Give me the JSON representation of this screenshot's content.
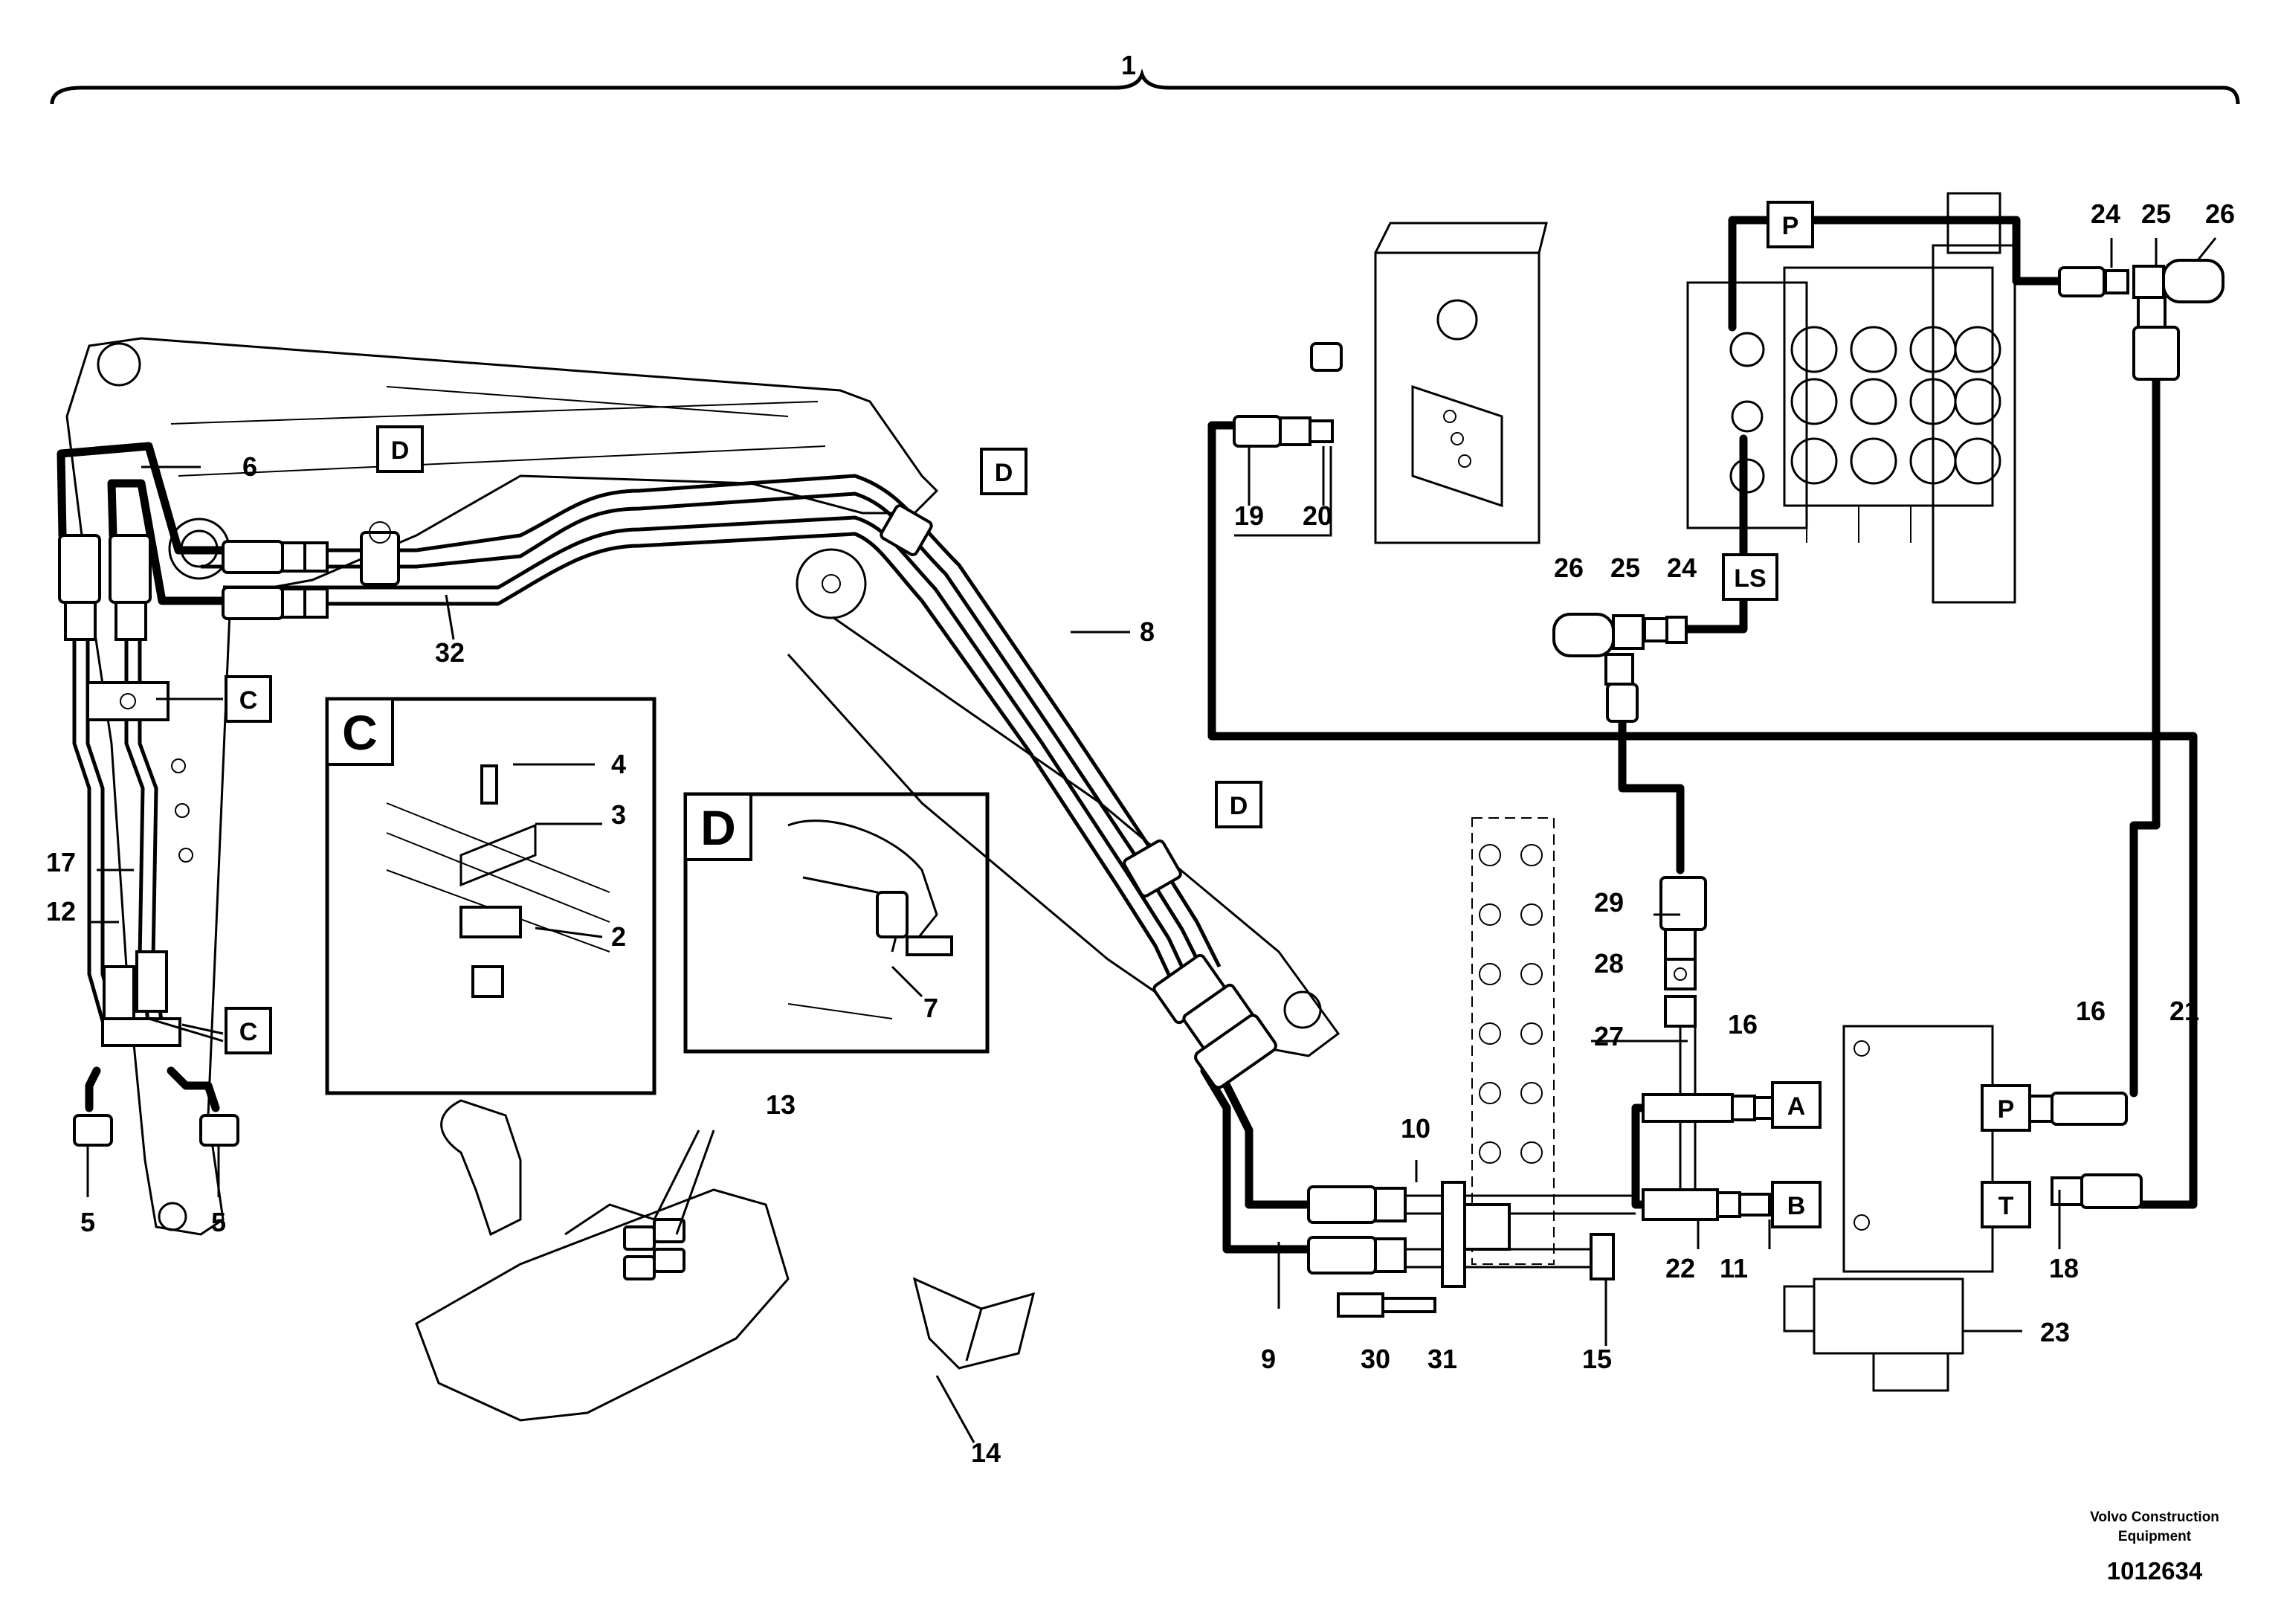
{
  "callouts": {
    "c1": "1",
    "c2": "2",
    "c3": "3",
    "c4": "4",
    "c5a": "5",
    "c5b": "5",
    "c6": "6",
    "c7": "7",
    "c8": "8",
    "c9": "9",
    "c10": "10",
    "c11": "11",
    "c12": "12",
    "c13": "13",
    "c14": "14",
    "c15": "15",
    "c16a": "16",
    "c16b": "16",
    "c17": "17",
    "c18": "18",
    "c19": "19",
    "c20": "20",
    "c21": "21",
    "c22": "22",
    "c23": "23",
    "c24a": "24",
    "c24b": "24",
    "c25a": "25",
    "c25b": "25",
    "c26a": "26",
    "c26b": "26",
    "c27": "27",
    "c28": "28",
    "c29": "29",
    "c30": "30",
    "c31": "31",
    "c32": "32"
  },
  "boxed_labels": {
    "detail_c": "C",
    "detail_d": "D",
    "c_top": "C",
    "c_bottom": "C",
    "d_boom": "D",
    "d_arm": "D",
    "d_stick": "D",
    "port_p_top": "P",
    "port_ls": "LS",
    "port_a": "A",
    "port_b": "B",
    "port_p": "P",
    "port_t": "T"
  },
  "caption": {
    "manufacturer_line1": "Volvo Construction",
    "manufacturer_line2": "Equipment",
    "drawing_number": "1012634"
  }
}
